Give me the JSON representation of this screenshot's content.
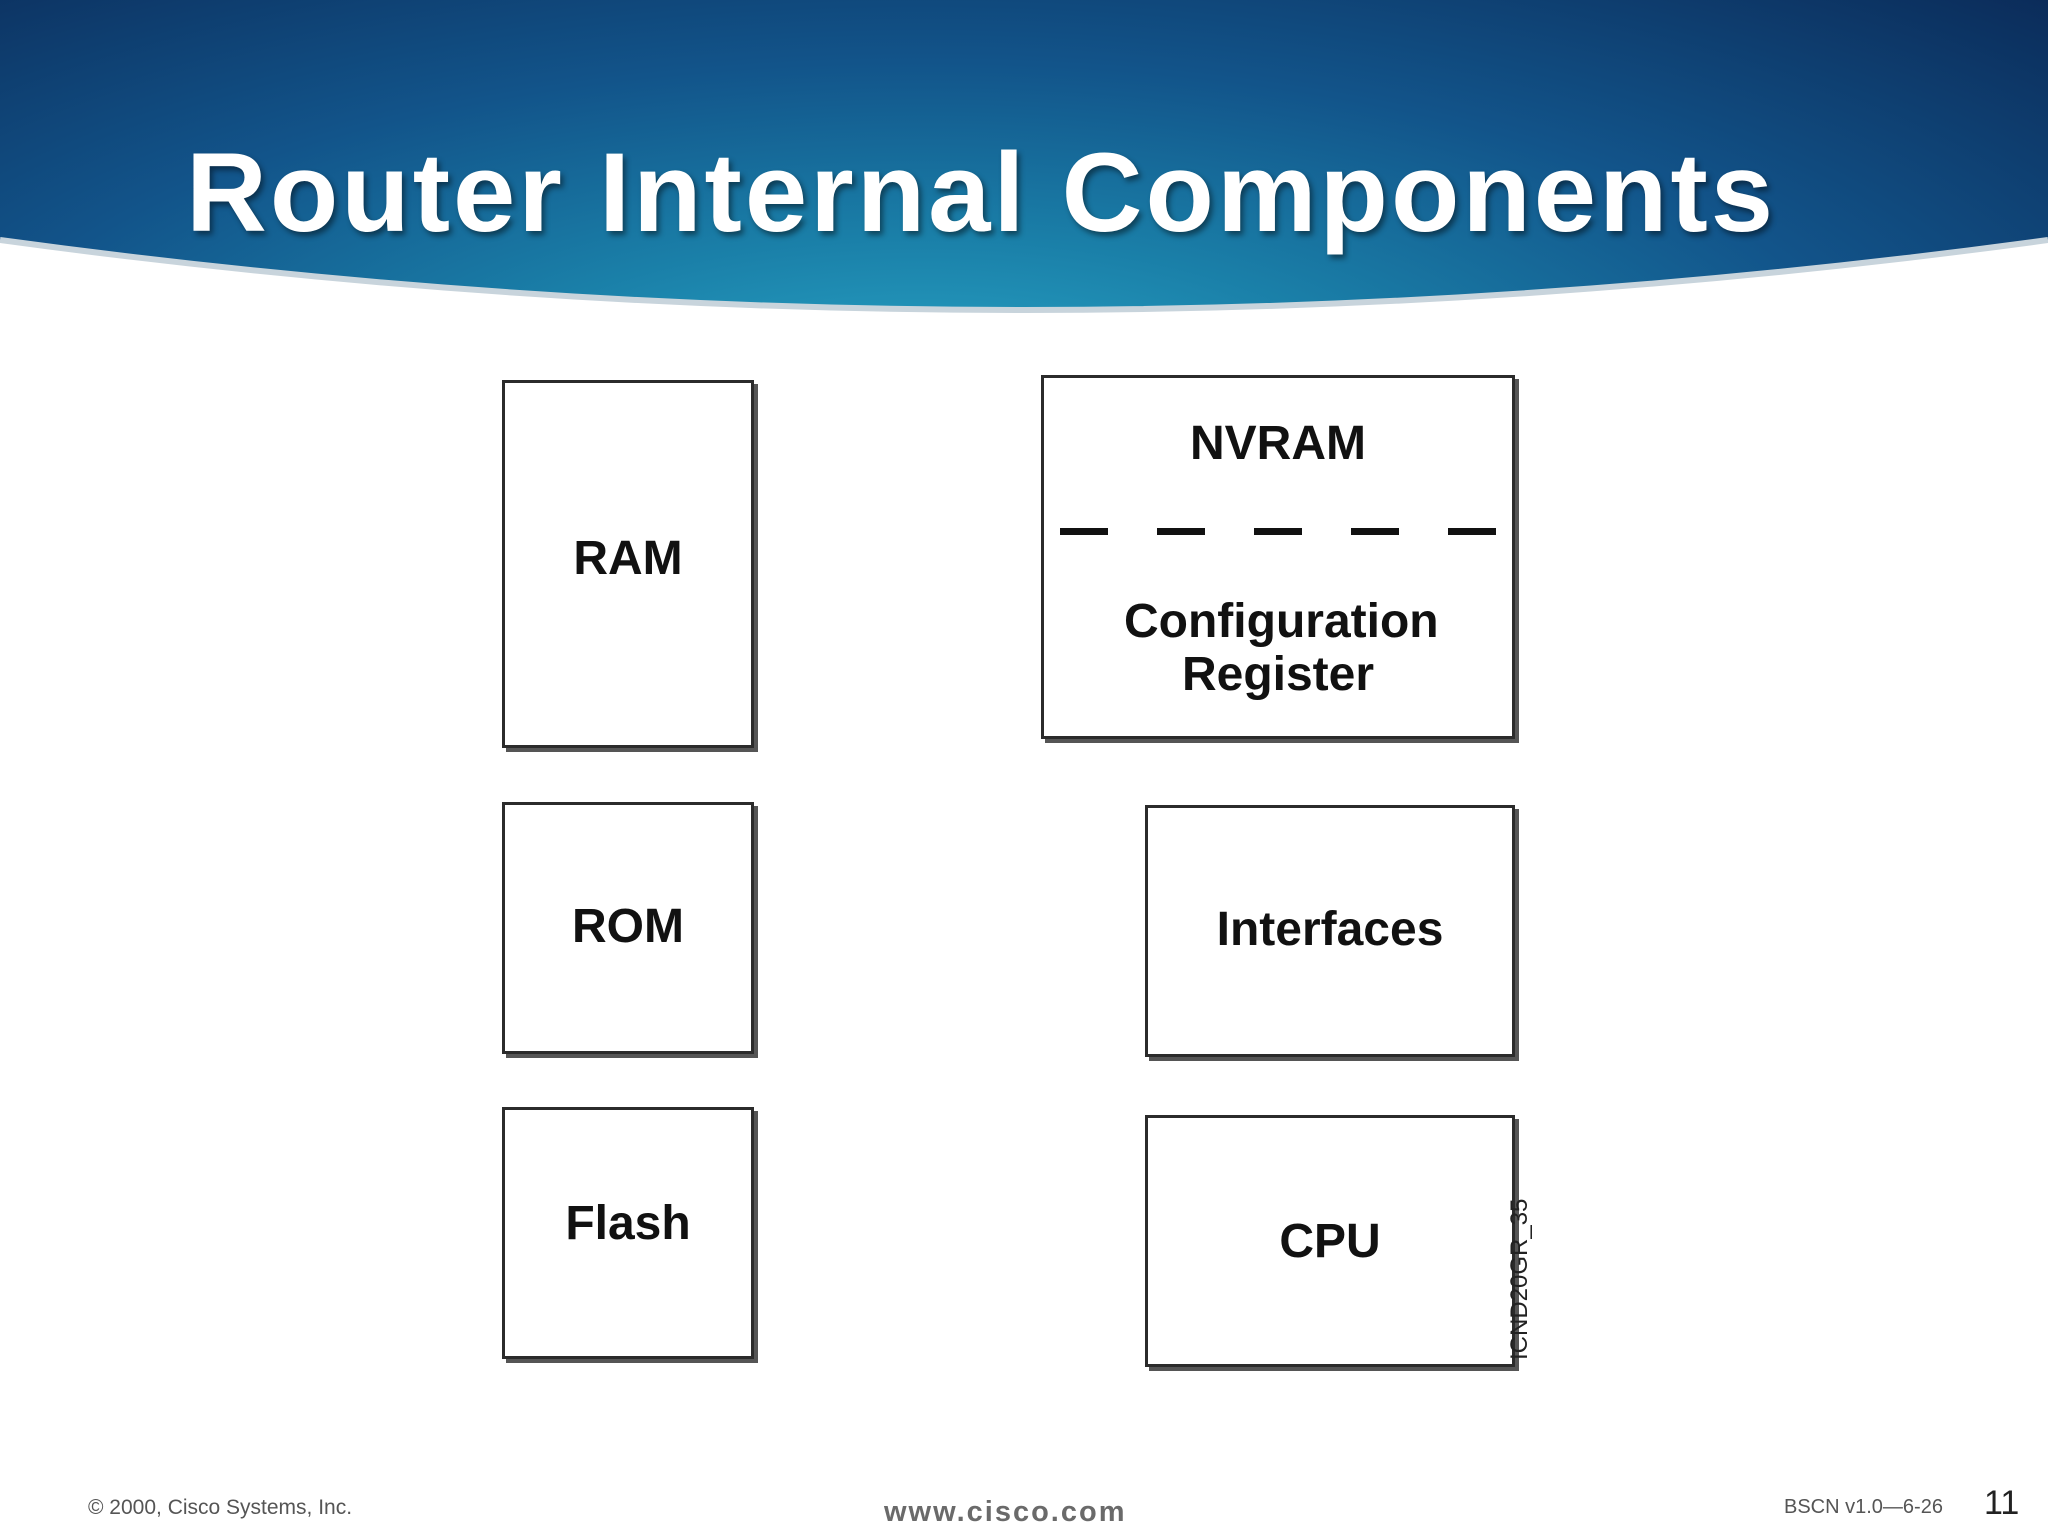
{
  "slide": {
    "title": "Router Internal Components"
  },
  "diagram": {
    "ram": "RAM",
    "nvram": "NVRAM",
    "config_register": "Configuration Register",
    "rom": "ROM",
    "interfaces": "Interfaces",
    "flash": "Flash",
    "cpu": "CPU",
    "figure_code": "ICND20GR_35"
  },
  "footer": {
    "copyright": "© 2000, Cisco Systems, Inc.",
    "website": "www.cisco.com",
    "course_code": "BSCN v1.0—6-26",
    "page_number": "11"
  },
  "colors": {
    "header_dark": "#0b2c5a",
    "header_light": "#2aa9c9",
    "box_border": "#2b2b2b"
  }
}
